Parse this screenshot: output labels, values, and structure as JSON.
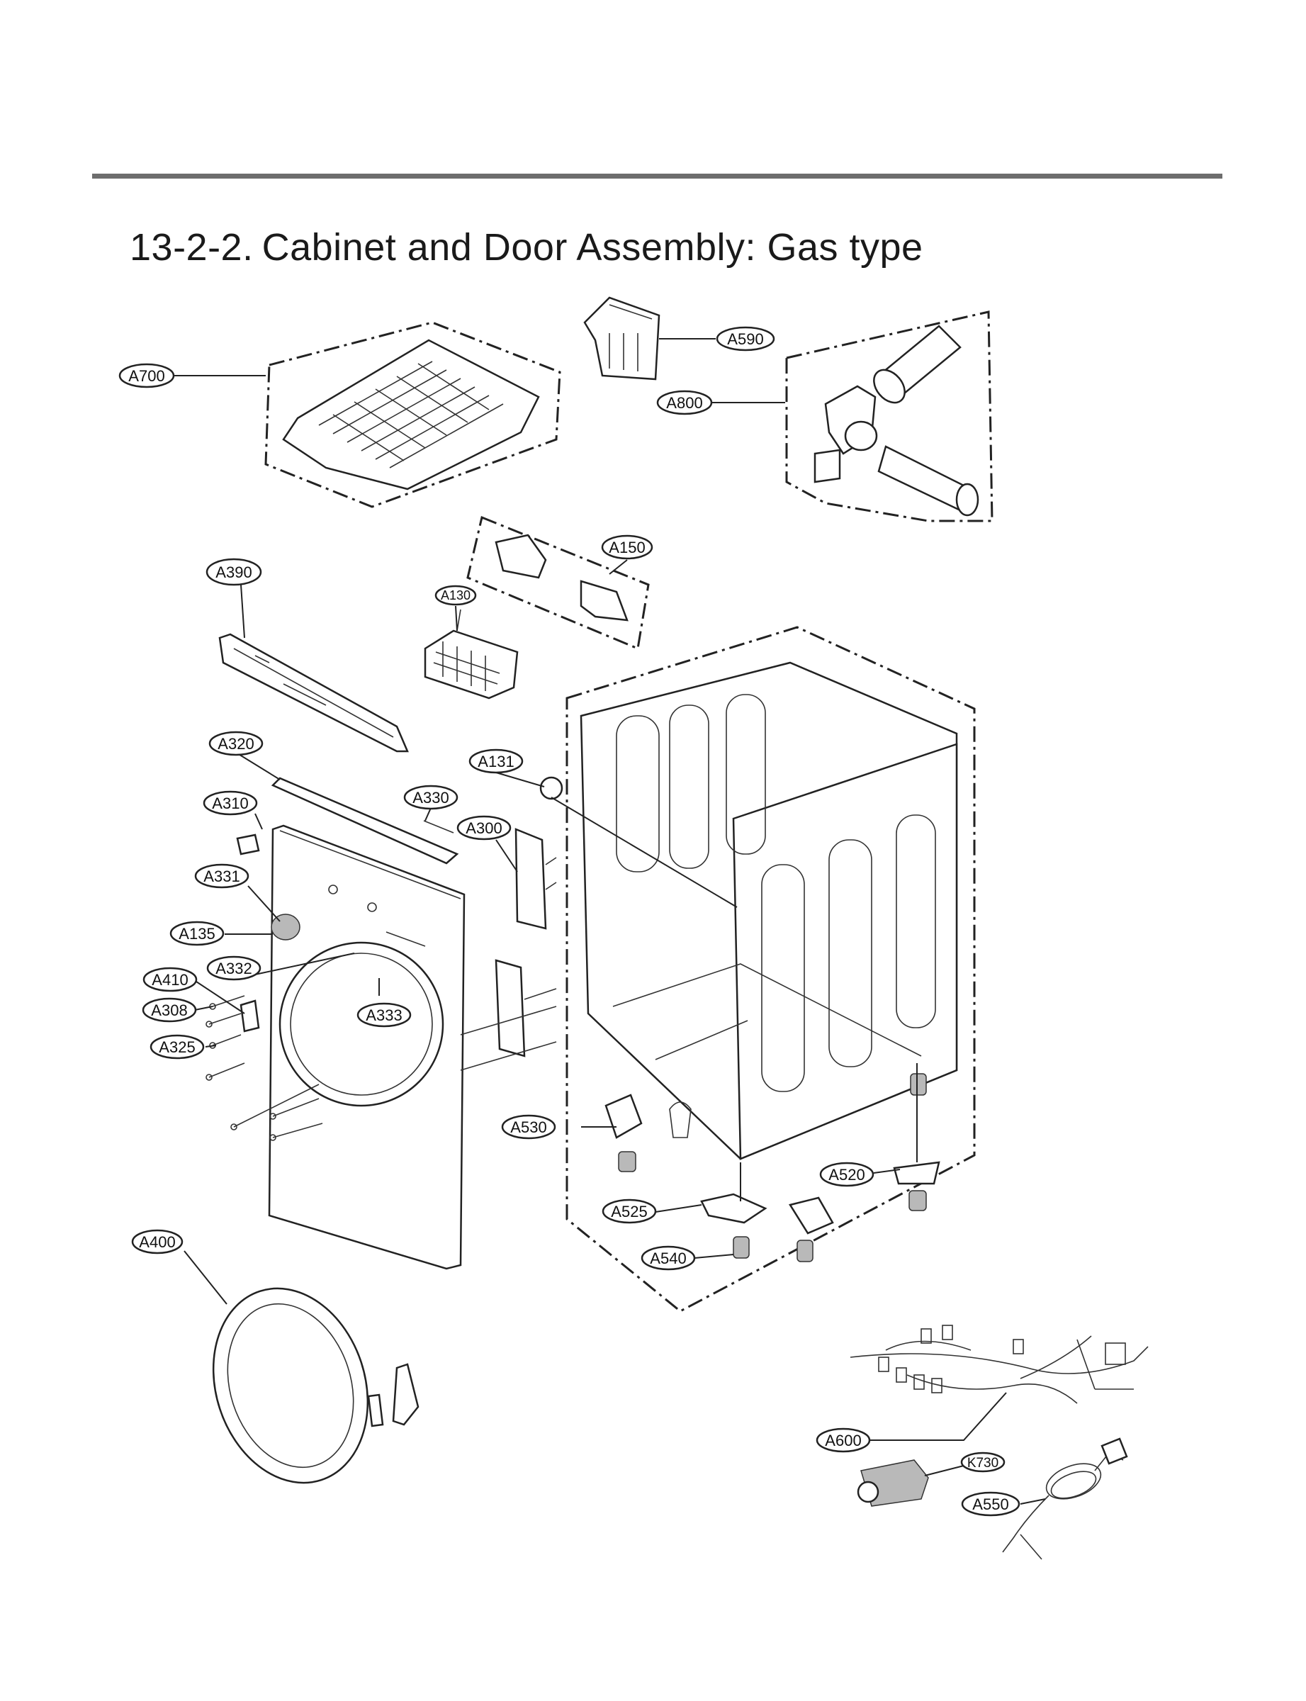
{
  "section": {
    "number": "13-2-2.",
    "title": "Cabinet and Door Assembly: Gas type"
  },
  "callouts": {
    "A700": "A700",
    "A590": "A590",
    "A800": "A800",
    "A150": "A150",
    "A390": "A390",
    "A130": "A130",
    "A320": "A320",
    "A131": "A131",
    "A310": "A310",
    "A330": "A330",
    "A300": "A300",
    "A331": "A331",
    "A135": "A135",
    "A332": "A332",
    "A410": "A410",
    "A308": "A308",
    "A333": "A333",
    "A325": "A325",
    "A530": "A530",
    "A520": "A520",
    "A525": "A525",
    "A540": "A540",
    "A400": "A400",
    "A600": "A600",
    "K730": "K730",
    "A550": "A550"
  }
}
